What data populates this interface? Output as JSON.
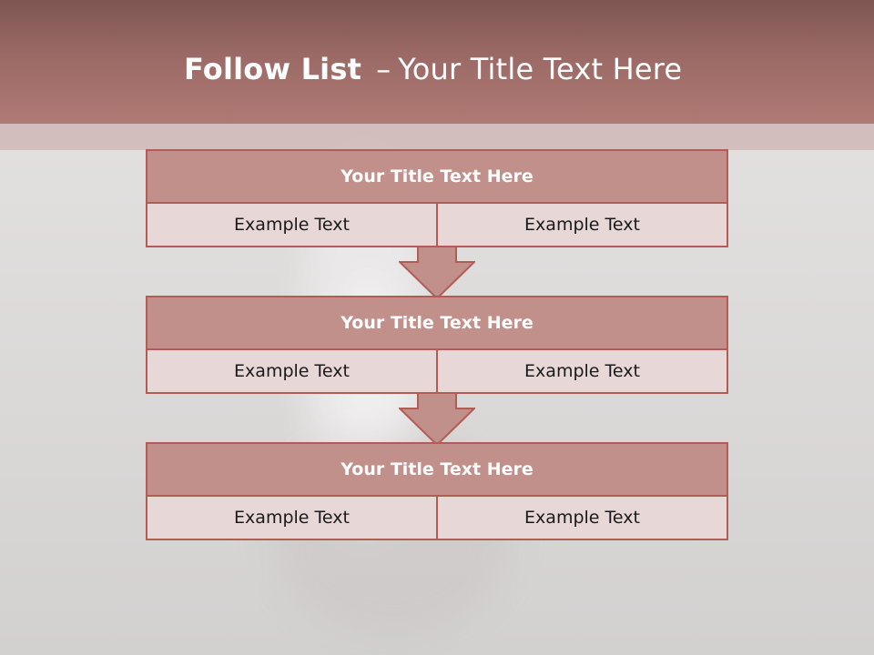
{
  "slide": {
    "title_bold": "Follow List",
    "title_separator": "–",
    "title_rest": "Your Title Text Here"
  },
  "steps": [
    {
      "title": "Your Title Text Here",
      "left_text": "Example Text",
      "right_text": "Example Text"
    },
    {
      "title": "Your Title Text Here",
      "left_text": "Example Text",
      "right_text": "Example Text"
    },
    {
      "title": "Your Title Text Here",
      "left_text": "Example Text",
      "right_text": "Example Text"
    }
  ],
  "colors": {
    "header": "#9b6a66",
    "box_title_fill": "#c2908a",
    "box_body_fill": "#e8d7d7",
    "border": "#b15d55",
    "arrow_fill": "#c2908a"
  },
  "icons": [
    "down-arrow-icon",
    "down-arrow-icon"
  ]
}
